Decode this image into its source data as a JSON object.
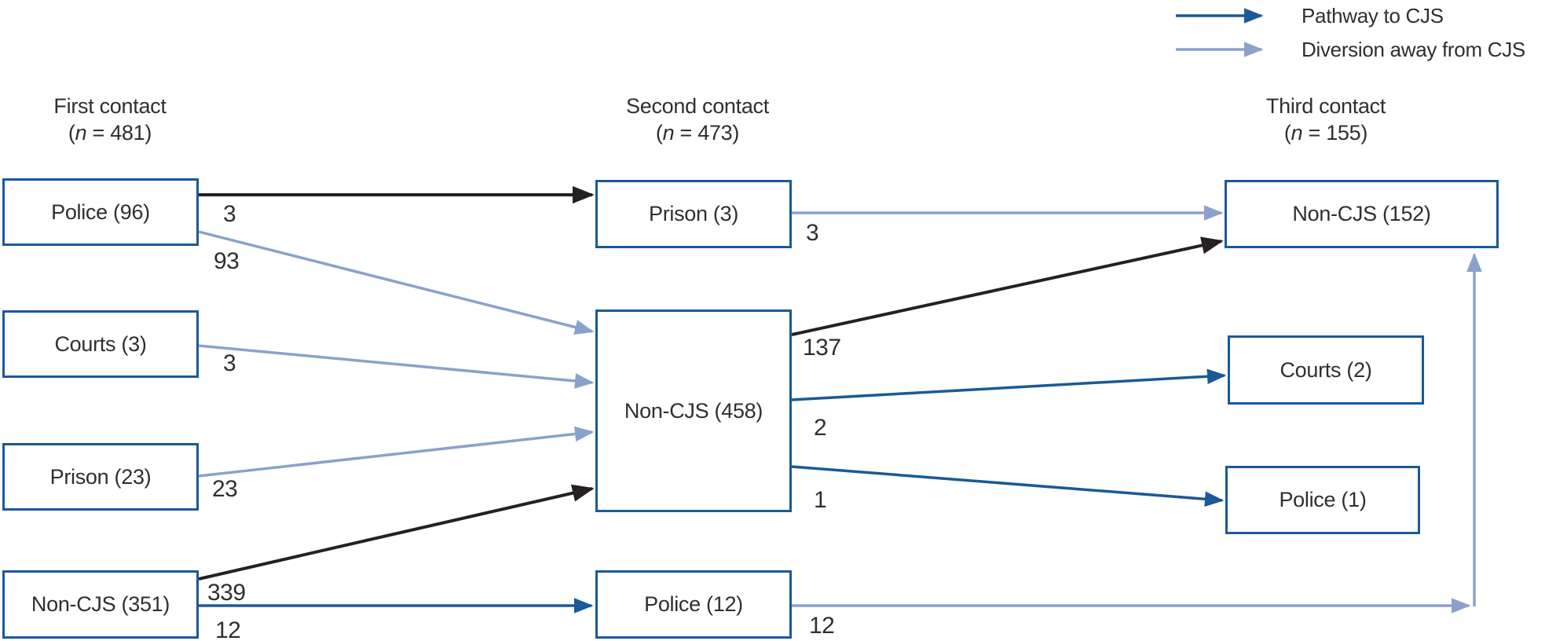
{
  "figure": {
    "description": "Flow diagram of contacts with the criminal justice system (CJS) across three contact points"
  },
  "legend": {
    "items": [
      {
        "label": "Pathway to CJS",
        "icon": "arrow-right",
        "color": "#1a5a96"
      },
      {
        "label": "Diversion away from CJS",
        "icon": "arrow-right",
        "color": "#8aa2cb"
      }
    ]
  },
  "columns": [
    {
      "title": "First contact",
      "subtitle_parts": [
        "(",
        "n",
        " = 481)"
      ]
    },
    {
      "title": "Second contact",
      "subtitle_parts": [
        "(",
        "n",
        " = 473)"
      ]
    },
    {
      "title": "Third contact",
      "subtitle_parts": [
        "(",
        "n",
        " = 155)"
      ]
    }
  ],
  "boxes": [
    {
      "column": "First contact",
      "label": "Police (96)"
    },
    {
      "column": "First contact",
      "label": "Courts (3)"
    },
    {
      "column": "First contact",
      "label": "Prison (23)"
    },
    {
      "column": "First contact",
      "label": "Non-CJS (351)"
    },
    {
      "column": "Second contact",
      "label": "Prison (3)"
    },
    {
      "column": "Second contact",
      "label": "Non-CJS (458)"
    },
    {
      "column": "Second contact",
      "label": "Police (12)"
    },
    {
      "column": "Third contact",
      "label": "Non-CJS (152)"
    },
    {
      "column": "Third contact",
      "label": "Courts (2)"
    },
    {
      "column": "Third contact",
      "label": "Police (1)"
    }
  ],
  "flows": [
    {
      "from": "Police (96)",
      "to": "Prison (3)",
      "value": "3",
      "arrow_color": "black"
    },
    {
      "from": "Police (96)",
      "to": "Non-CJS (458)",
      "value": "93",
      "arrow_color": "light-blue"
    },
    {
      "from": "Courts (3)",
      "to": "Non-CJS (458)",
      "value": "3",
      "arrow_color": "light-blue"
    },
    {
      "from": "Prison (23)",
      "to": "Non-CJS (458)",
      "value": "23",
      "arrow_color": "light-blue"
    },
    {
      "from": "Non-CJS (351)",
      "to": "Non-CJS (458)",
      "value": "339",
      "arrow_color": "black"
    },
    {
      "from": "Non-CJS (351)",
      "to": "Police (12)",
      "value": "12",
      "arrow_color": "dark-blue"
    },
    {
      "from": "Prison (3)",
      "to": "Non-CJS (152)",
      "value": "3",
      "arrow_color": "light-blue"
    },
    {
      "from": "Non-CJS (458)",
      "to": "Non-CJS (152)",
      "value": "137",
      "arrow_color": "black"
    },
    {
      "from": "Non-CJS (458)",
      "to": "Courts (2)",
      "value": "2",
      "arrow_color": "dark-blue"
    },
    {
      "from": "Non-CJS (458)",
      "to": "Police (1)",
      "value": "1",
      "arrow_color": "dark-blue"
    },
    {
      "from": "Police (12)",
      "to": "Non-CJS (152)",
      "value": "12",
      "arrow_color": "light-blue"
    }
  ],
  "colors": {
    "box_border": "#1a5a96",
    "pathway_arrow": "#1a5a96",
    "diversion_arrow": "#8aa2cb",
    "neutral_arrow": "#252122",
    "text": "#2f2f2f"
  }
}
